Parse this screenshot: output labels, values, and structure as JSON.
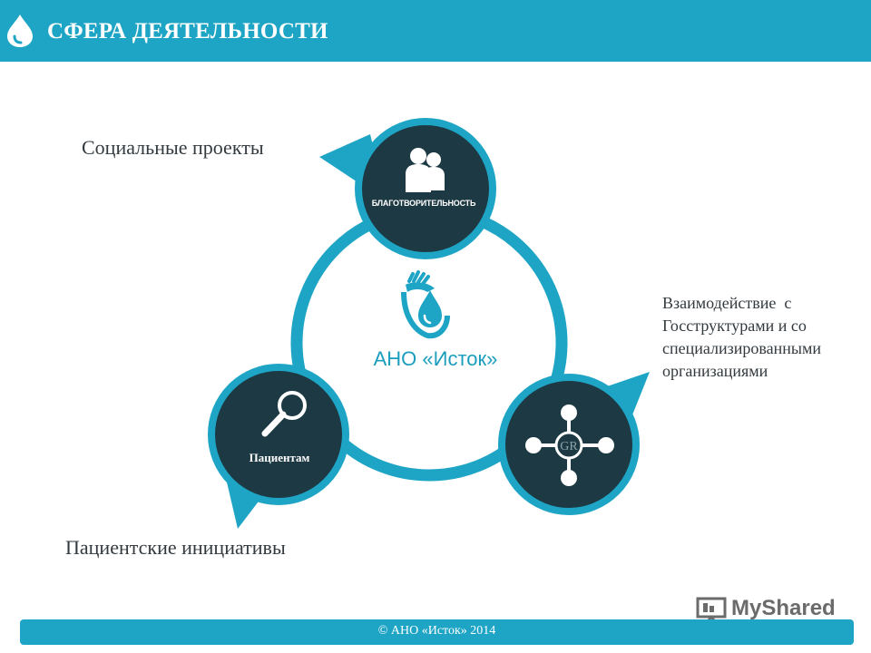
{
  "header": {
    "title": "СФЕРА ДЕЯТЕЛЬНОСТИ",
    "icon": "water-drop-icon",
    "background_color": "#1ea5c5"
  },
  "diagram": {
    "center": {
      "label": "АНО «Исток»",
      "icon": "hand-drop-logo-icon"
    },
    "nodes": [
      {
        "id": "charity",
        "label": "БЛАГОТВОРИТЕЛЬНОСТЬ",
        "icon": "people-icon",
        "caption": "Социальные проекты"
      },
      {
        "id": "patients",
        "label": "Пациентам",
        "icon": "magnifier-icon",
        "caption": "Пациентские инициативы"
      },
      {
        "id": "gr",
        "label": "GR",
        "icon": "network-hub-icon",
        "caption_lines": [
          "Взаимодействие  с",
          "Госструктурами и со",
          "специализированными",
          "организациями"
        ]
      }
    ],
    "colors": {
      "accent": "#1ea5c5",
      "node_fill": "#1d3a44"
    }
  },
  "footer": {
    "text": "© АНО «Исток» 2014"
  },
  "watermark": {
    "text": "MyShared"
  }
}
